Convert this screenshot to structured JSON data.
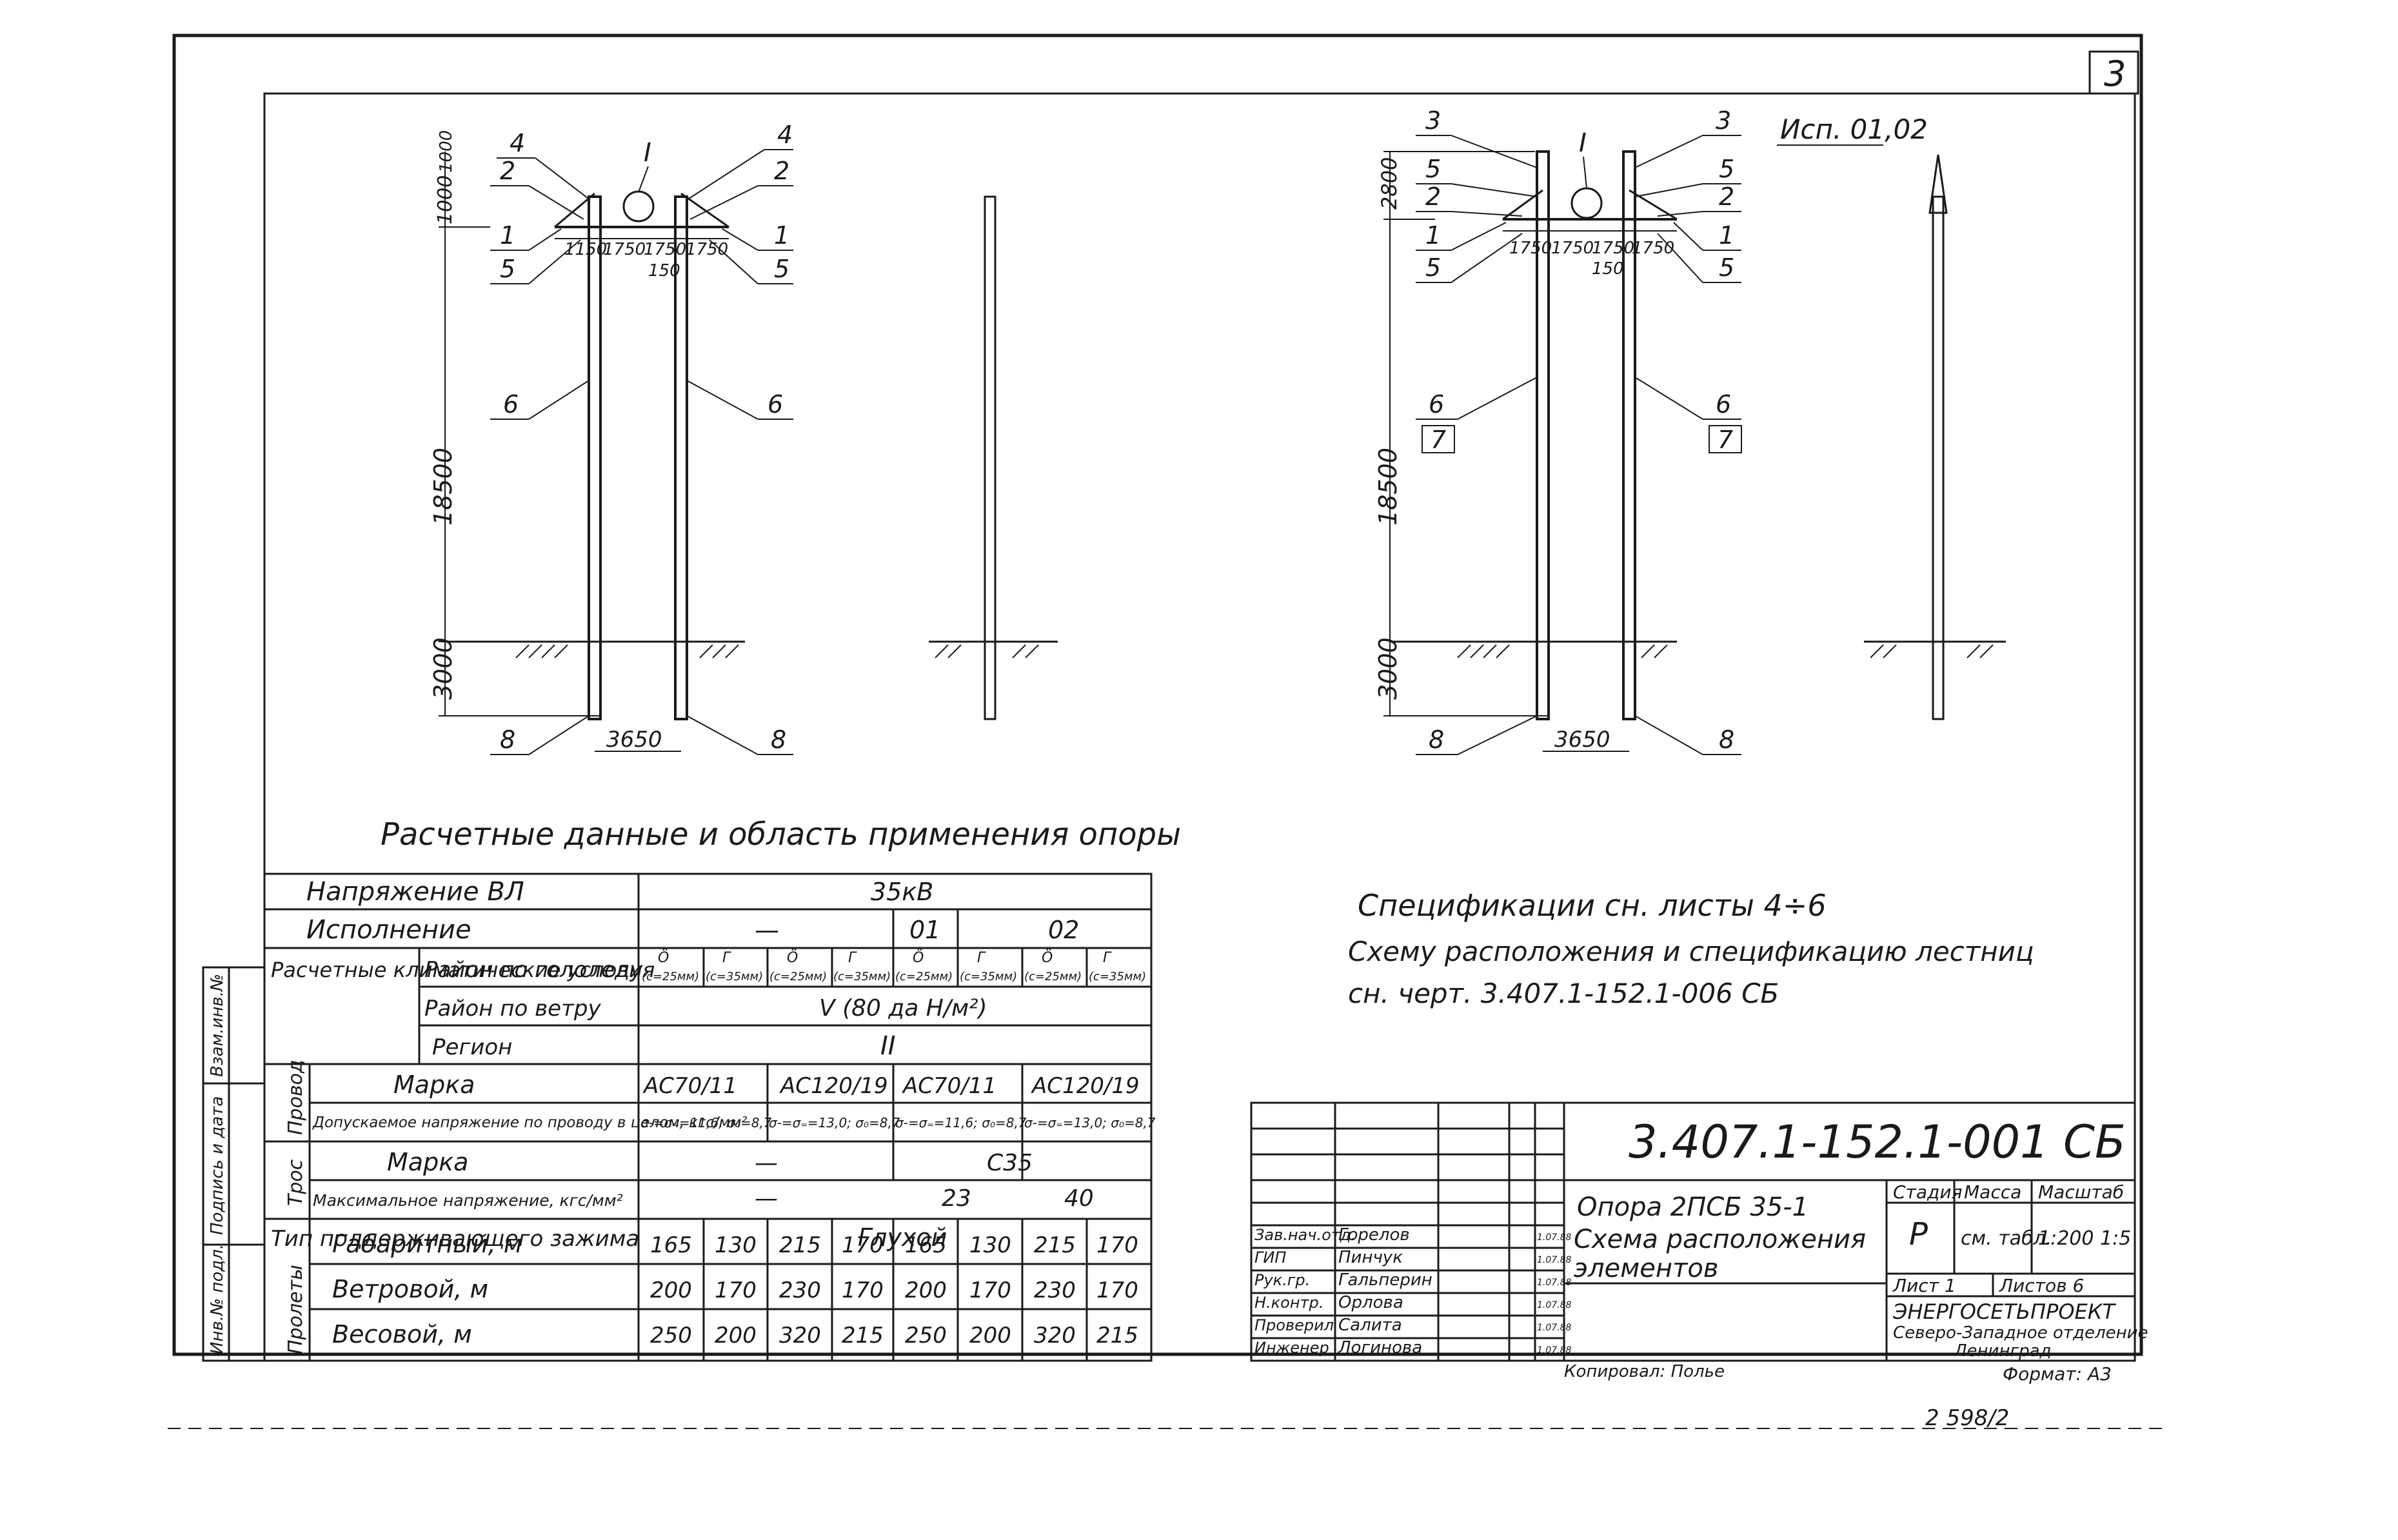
{
  "sheet_number": "3",
  "variant_label": "Исп. 01,02",
  "dimensions": {
    "height_above": "18500",
    "height_below": "3000",
    "base": "3650",
    "traverse_a": "1150",
    "traverse_b": "1750",
    "traverse_mid": "150",
    "top_left": "1000",
    "top_left_b": "1000",
    "top_right": "2800"
  },
  "left_drawing": {
    "callouts_left": [
      "4",
      "2",
      "1",
      "5",
      "6",
      "8"
    ],
    "callouts_right": [
      "4",
      "2",
      "1",
      "5",
      "6",
      "8"
    ],
    "node": "I"
  },
  "right_drawing": {
    "callouts_left": [
      "3",
      "5",
      "2",
      "1",
      "5",
      "6",
      "7",
      "8"
    ],
    "callouts_right": [
      "3",
      "5",
      "2",
      "1",
      "5",
      "6",
      "7",
      "8"
    ],
    "node": "I"
  },
  "notes": {
    "line1": "Спецификации  сн.  листы  4÷6",
    "line2": "Схему расположения и спецификацию лестниц",
    "line3": "сн. черт. 3.407.1-152.1-006 СБ"
  },
  "table": {
    "title": "Расчетные  данные  и  область  применения  опоры",
    "voltage_label": "Напряжение ВЛ",
    "voltage_value": "35кВ",
    "execution_label": "Исполнение",
    "execution_values": [
      "—",
      "01",
      "02"
    ],
    "climate_label": "Расчетные климатические условия",
    "ice_label": "Район по гололеду",
    "ice_values": [
      "(c=25мм)",
      "(c=35мм)",
      "(c=25мм)",
      "(c=35мм)",
      "(c=25мм)",
      "(c=35мм)",
      "(c=25мм)",
      "(c=35мм)"
    ],
    "ice_region_marks": [
      "Ö",
      "Г",
      "Ö",
      "Г",
      "Ö",
      "Г",
      "Ö",
      "Г"
    ],
    "wind_label": "Район по ветру",
    "wind_value": "V (80 да Н/м²)",
    "region_label": "Регион",
    "region_value": "II",
    "wire_group": "Провод",
    "wire_mark_label": "Марка",
    "wire_marks": [
      "АС70/11",
      "АС120/19",
      "АС70/11",
      "АС120/19"
    ],
    "wire_stress_label": "Допускаемое напряжение по проводу в целом, кгс/мм²",
    "wire_stress": [
      "σ-=σ₌=11,6; σ₀=8,7",
      "σ-=σ₌=13,0; σ₀=8,7",
      "σ-=σ₌=11,6; σ₀=8,7",
      "σ-=σ₌=13,0; σ₀=8,7"
    ],
    "rope_group": "Трос",
    "rope_mark_label": "Марка",
    "rope_mark_values": [
      "—",
      "С35"
    ],
    "rope_stress_label": "Максимальное напряжение, кгс/мм²",
    "rope_stress_values": [
      "—",
      "23",
      "40"
    ],
    "clamp_label": "Тип поддерживающего зажима",
    "clamp_value": "Глухой",
    "span_group": "Пролеты",
    "span_rows": [
      {
        "label": "Габаритный, м",
        "values": [
          "165",
          "130",
          "215",
          "170",
          "165",
          "130",
          "215",
          "170"
        ]
      },
      {
        "label": "Ветровой, м",
        "values": [
          "200",
          "170",
          "230",
          "170",
          "200",
          "170",
          "230",
          "170"
        ]
      },
      {
        "label": "Весовой, м",
        "values": [
          "250",
          "200",
          "320",
          "215",
          "250",
          "200",
          "320",
          "215"
        ]
      }
    ]
  },
  "side_stamps": [
    "Взам.инв.№",
    "Подпись и дата",
    "Инв.№ подл."
  ],
  "title_block": {
    "doc_code": "3.407.1-152.1-001 СБ",
    "doc_name": [
      "Опора 2ПСБ 35-1",
      "Схема расположения",
      "элементов"
    ],
    "stage_label": "Стадия",
    "stage_value": "Р",
    "mass_label": "Масса",
    "mass_value": "см. табл.",
    "scale_label": "Масштаб",
    "scale_value": "1:200 1:5",
    "sheet_label": "Лист 1",
    "sheets_label": "Листов 6",
    "org": [
      "ЭНЕРГОСЕТЬПРОЕКТ",
      "Северо-Западное отделение",
      "Ленинград"
    ],
    "people": [
      {
        "role": "Зав.нач.отд.",
        "name": "Горелов",
        "date": "1.07.88"
      },
      {
        "role": "ГИП",
        "name": "Пинчук",
        "date": "1.07.88"
      },
      {
        "role": "Рук.гр.",
        "name": "Гальперин",
        "date": "1.07.88"
      },
      {
        "role": "Н.контр.",
        "name": "Орлова",
        "date": "1.07.88"
      },
      {
        "role": "Проверил",
        "name": "Салита",
        "date": "1.07.88"
      },
      {
        "role": "Инженер",
        "name": "Логинова",
        "date": "1.07.88"
      }
    ]
  },
  "copied_by": "Копировал: Полье",
  "format": "Формат: А3",
  "archive_no": "2 598/2"
}
